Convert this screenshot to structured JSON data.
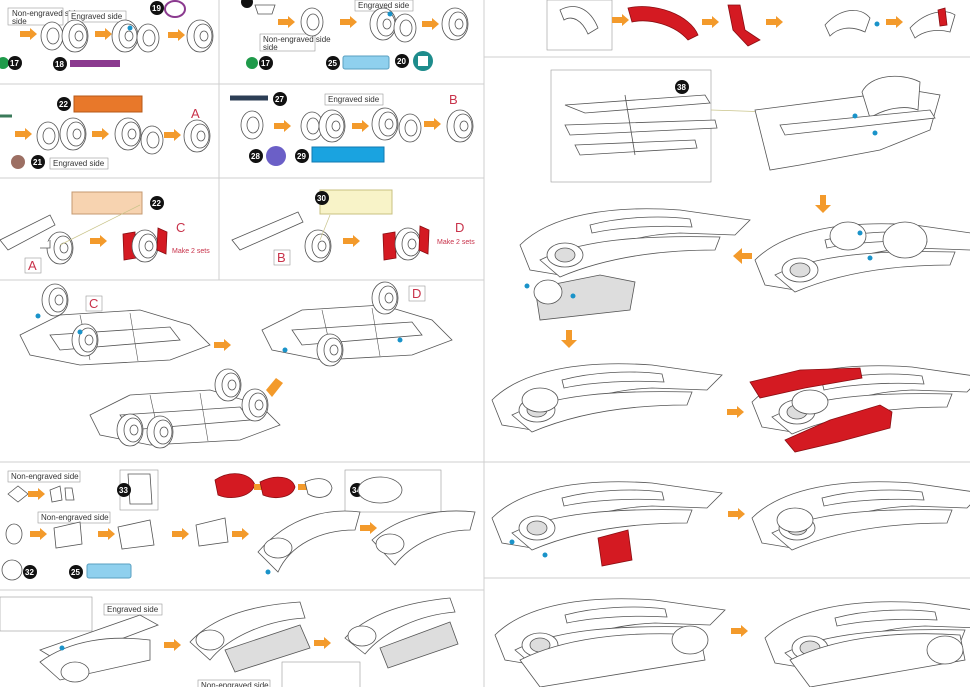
{
  "labels": {
    "non_engraved_side": "Non-engraved side",
    "engraved_side": "Engraved side",
    "make_2_sets": "Make 2 sets"
  },
  "letters": {
    "a": "A",
    "b": "B",
    "c": "C",
    "d": "D"
  },
  "part_numbers": [
    "17",
    "18",
    "19",
    "20",
    "21",
    "22",
    "25",
    "27",
    "28",
    "29",
    "30",
    "32",
    "33",
    "34",
    "38"
  ],
  "colors": {
    "highlight_red": "#d41a22",
    "arrow_orange": "#f39a2b",
    "connector_blue": "#1a93c9",
    "part_purple": "#8b3a8f",
    "part_orange": "#e8782a",
    "part_green": "#1f9a4a",
    "part_light_blue": "#8fd0ee",
    "part_teal": "#1e8c8c",
    "part_blue": "#1aa3e0",
    "part_lilac": "#6b5fc7",
    "part_navy": "#2c3e55",
    "part_peach": "#f7d3b0",
    "part_cream": "#f8f3c8",
    "divider_grey": "#cfcfcf"
  }
}
